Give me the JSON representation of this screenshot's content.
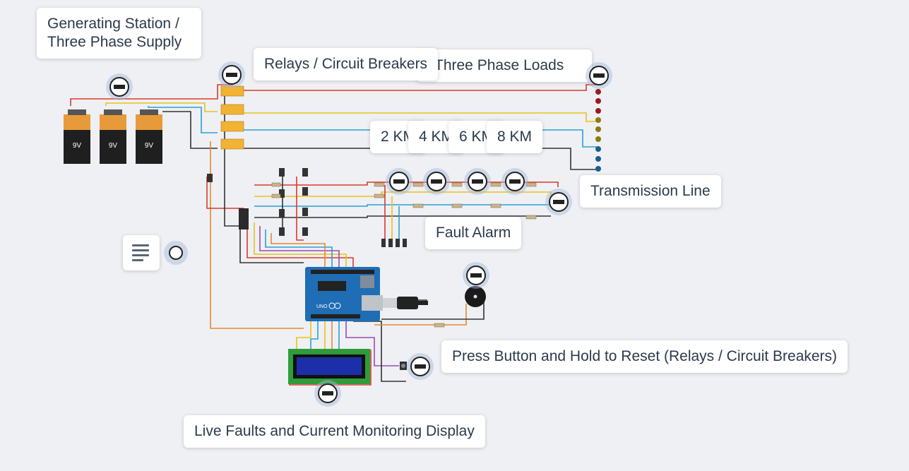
{
  "callouts": {
    "generating_station": "Generating Station / Three Phase Supply",
    "three_phase_loads": "Three Phase Loads",
    "relays": "Relays / Circuit Breakers",
    "km2": "2 KM",
    "km4": "4 KM",
    "km6": "6 KM",
    "km8": "8 KM",
    "transmission_line": "Transmission Line",
    "fault_alarm": "Fault Alarm",
    "reset_button": "Press Button and Hold to Reset (Relays / Circuit Breakers)",
    "display": "Live Faults and Current Monitoring Display"
  },
  "batteries": [
    "9V",
    "9V",
    "9V"
  ],
  "icons": {
    "marker": "minus-circle-icon",
    "note": "notes-icon"
  },
  "colors": {
    "background": "#eef0f4",
    "wire_red": "#d93a2b",
    "wire_yellow": "#e8c21a",
    "wire_blue": "#2a9fd6",
    "wire_black": "#333333",
    "wire_orange": "#e58a2e",
    "arduino_blue": "#1f6db5",
    "battery_orange": "#e89a3a"
  }
}
